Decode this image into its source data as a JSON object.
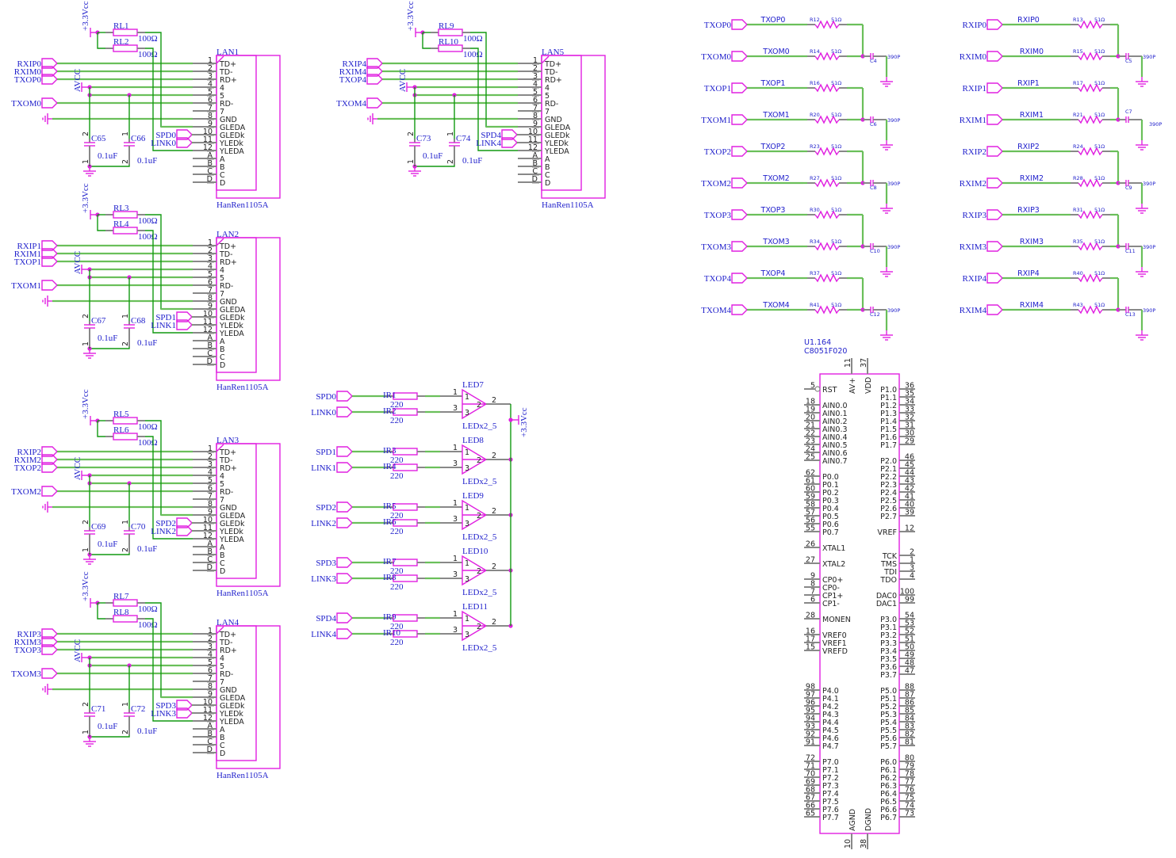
{
  "colors": {
    "wire": "#6abf5a",
    "wire_dark": "#119911",
    "part": "#e020e0",
    "label": "#2222cc",
    "pin": "#888888"
  },
  "lan_blocks": [
    {
      "ref": "LAN1",
      "part": "HanRen1105A",
      "resistors": [
        {
          "ref": "RL1",
          "value": "100Ω"
        },
        {
          "ref": "RL2",
          "value": "100Ω"
        }
      ],
      "caps": [
        {
          "ref": "C65",
          "value": "0.1uF"
        },
        {
          "ref": "C66",
          "value": "0.1uF"
        }
      ],
      "ports": [
        "RXIP0",
        "RXIM0",
        "TXOP0"
      ],
      "port_tx": "TXOM0",
      "led_ports": [
        "SPD0",
        "LINK0"
      ]
    },
    {
      "ref": "LAN2",
      "part": "HanRen1105A",
      "resistors": [
        {
          "ref": "RL3",
          "value": "100Ω"
        },
        {
          "ref": "RL4",
          "value": "100Ω"
        }
      ],
      "caps": [
        {
          "ref": "C67",
          "value": "0.1uF"
        },
        {
          "ref": "C68",
          "value": "0.1uF"
        }
      ],
      "ports": [
        "RXIP1",
        "RXIM1",
        "TXOP1"
      ],
      "port_tx": "TXOM1",
      "led_ports": [
        "SPD1",
        "LINK1"
      ]
    },
    {
      "ref": "LAN3",
      "part": "HanRen1105A",
      "resistors": [
        {
          "ref": "RL5",
          "value": "100Ω"
        },
        {
          "ref": "RL6",
          "value": "100Ω"
        }
      ],
      "caps": [
        {
          "ref": "C69",
          "value": "0.1uF"
        },
        {
          "ref": "C70",
          "value": "0.1uF"
        }
      ],
      "ports": [
        "RXIP2",
        "RXIM2",
        "TXOP2"
      ],
      "port_tx": "TXOM2",
      "led_ports": [
        "SPD2",
        "LINK2"
      ]
    },
    {
      "ref": "LAN4",
      "part": "HanRen1105A",
      "resistors": [
        {
          "ref": "RL7",
          "value": "100Ω"
        },
        {
          "ref": "RL8",
          "value": "100Ω"
        }
      ],
      "caps": [
        {
          "ref": "C71",
          "value": "0.1uF"
        },
        {
          "ref": "C72",
          "value": "0.1uF"
        }
      ],
      "ports": [
        "RXIP3",
        "RXIM3",
        "TXOP3"
      ],
      "port_tx": "TXOM3",
      "led_ports": [
        "SPD3",
        "LINK3"
      ]
    },
    {
      "ref": "LAN5",
      "part": "HanRen1105A",
      "resistors": [
        {
          "ref": "RL9",
          "value": "100Ω"
        },
        {
          "ref": "RL10",
          "value": "100Ω"
        }
      ],
      "caps": [
        {
          "ref": "C73",
          "value": "0.1uF"
        },
        {
          "ref": "C74",
          "value": "0.1uF"
        }
      ],
      "ports": [
        "RXIP4",
        "RXIM4",
        "TXOP4"
      ],
      "port_tx": "TXOM4",
      "led_ports": [
        "SPD4",
        "LINK4"
      ]
    }
  ],
  "lan_common": {
    "vcc_label": "+3.3Vcc",
    "avcc_label": "AVCC",
    "pins": [
      {
        "num": "1",
        "name": "TD+"
      },
      {
        "num": "2",
        "name": "TD-"
      },
      {
        "num": "3",
        "name": "RD+"
      },
      {
        "num": "4",
        "name": "4"
      },
      {
        "num": "5",
        "name": "5"
      },
      {
        "num": "6",
        "name": "RD-"
      },
      {
        "num": "7",
        "name": "7"
      },
      {
        "num": "8",
        "name": "GND"
      },
      {
        "num": "9",
        "name": "GLEDA"
      },
      {
        "num": "10",
        "name": "GLEDk"
      },
      {
        "num": "11",
        "name": "YLEDk"
      },
      {
        "num": "12",
        "name": "YLEDA"
      },
      {
        "num": "A",
        "name": "A"
      },
      {
        "num": "B",
        "name": "B"
      },
      {
        "num": "C",
        "name": "C"
      },
      {
        "num": "D",
        "name": "D"
      }
    ],
    "cap_pins": [
      [
        "2",
        "1"
      ],
      [
        "1",
        "2"
      ]
    ]
  },
  "leds": {
    "vcc_label": "+3.3Vcc",
    "items": [
      {
        "ref": "LED7",
        "part": "LEDx2_5",
        "in": [
          "SPD0",
          "LINK0"
        ],
        "res": [
          {
            "ref": "IR1",
            "value": "220"
          },
          {
            "ref": "IR2",
            "value": "220"
          }
        ]
      },
      {
        "ref": "LED8",
        "part": "LEDx2_5",
        "in": [
          "SPD1",
          "LINK1"
        ],
        "res": [
          {
            "ref": "IR3",
            "value": "220"
          },
          {
            "ref": "IR4",
            "value": "220"
          }
        ]
      },
      {
        "ref": "LED9",
        "part": "LEDx2_5",
        "in": [
          "SPD2",
          "LINK2"
        ],
        "res": [
          {
            "ref": "IR5",
            "value": "220"
          },
          {
            "ref": "IR6",
            "value": "220"
          }
        ]
      },
      {
        "ref": "LED10",
        "part": "LEDx2_5",
        "in": [
          "SPD3",
          "LINK3"
        ],
        "res": [
          {
            "ref": "IR7",
            "value": "220"
          },
          {
            "ref": "IR8",
            "value": "220"
          }
        ]
      },
      {
        "ref": "LED11",
        "part": "LEDx2_5",
        "in": [
          "SPD4",
          "LINK4"
        ],
        "res": [
          {
            "ref": "IR9",
            "value": "220"
          },
          {
            "ref": "IR10",
            "value": "220"
          }
        ]
      }
    ],
    "pin_nums": [
      "1",
      "3",
      "2"
    ]
  },
  "tx_filters": [
    {
      "p": "TXOP0",
      "m": "TXOM0",
      "rp": "R12",
      "rm": "R14",
      "c": "C4",
      "rval": "51Ω",
      "cval": "390P"
    },
    {
      "p": "TXOP1",
      "m": "TXOM1",
      "rp": "R16",
      "rm": "R20",
      "c": "C6",
      "rval": "51Ω",
      "cval": "390P"
    },
    {
      "p": "TXOP2",
      "m": "TXOM2",
      "rp": "R23",
      "rm": "R27",
      "c": "C8",
      "rval": "51Ω",
      "cval": "390P"
    },
    {
      "p": "TXOP3",
      "m": "TXOM3",
      "rp": "R30",
      "rm": "R34",
      "c": "C10",
      "rval": "51Ω",
      "cval": "390P"
    },
    {
      "p": "TXOP4",
      "m": "TXOM4",
      "rp": "R37",
      "rm": "R41",
      "c": "C12",
      "rval": "51Ω",
      "cval": "390P"
    }
  ],
  "rx_filters": [
    {
      "p": "RXIP0",
      "m": "RXIM0",
      "rp": "R13",
      "rm": "R15",
      "c": "C5",
      "rval": "51Ω",
      "cval": "390P"
    },
    {
      "p": "RXIP1",
      "m": "RXIM1",
      "rp": "R17",
      "rm": "R21",
      "c": "C7",
      "rval": "51Ω",
      "cval": "390P"
    },
    {
      "p": "RXIP2",
      "m": "RXIM2",
      "rp": "R24",
      "rm": "R28",
      "c": "C9",
      "rval": "51Ω",
      "cval": "390P"
    },
    {
      "p": "RXIP3",
      "m": "RXIM3",
      "rp": "R31",
      "rm": "R35",
      "c": "C11",
      "rval": "51Ω",
      "cval": "390P"
    },
    {
      "p": "RXIP4",
      "m": "RXIM4",
      "rp": "R40",
      "rm": "R43",
      "c": "C13",
      "rval": "51Ω",
      "cval": "390P"
    }
  ],
  "mcu": {
    "ref": "U1.164",
    "part": "C8051F020",
    "top_pins": [
      {
        "num": "11",
        "name": "AV+"
      },
      {
        "num": "37",
        "name": "VDD"
      }
    ],
    "bottom_pins": [
      {
        "num": "10",
        "name": "AGND"
      },
      {
        "num": "38",
        "name": "DGND"
      }
    ],
    "left_pins": [
      {
        "num": "5",
        "name": "RST",
        "row": 0,
        "inverted": true
      },
      {
        "num": "18",
        "name": "AIN0.0",
        "row": 2
      },
      {
        "num": "19",
        "name": "AIN0.1",
        "row": 3
      },
      {
        "num": "20",
        "name": "AIN0.2",
        "row": 4
      },
      {
        "num": "21",
        "name": "AIN0.3",
        "row": 5
      },
      {
        "num": "22",
        "name": "AIN0.4",
        "row": 6
      },
      {
        "num": "23",
        "name": "AIN0.5",
        "row": 7
      },
      {
        "num": "24",
        "name": "AIN0.6",
        "row": 8
      },
      {
        "num": "25",
        "name": "AIN0.7",
        "row": 9
      },
      {
        "num": "62",
        "name": "P0.0",
        "row": 11
      },
      {
        "num": "61",
        "name": "P0.1",
        "row": 12
      },
      {
        "num": "60",
        "name": "P0.2",
        "row": 13
      },
      {
        "num": "59",
        "name": "P0.3",
        "row": 14
      },
      {
        "num": "58",
        "name": "P0.4",
        "row": 15
      },
      {
        "num": "57",
        "name": "P0.5",
        "row": 16
      },
      {
        "num": "56",
        "name": "P0.6",
        "row": 17
      },
      {
        "num": "55",
        "name": "P0.7",
        "row": 18
      },
      {
        "num": "26",
        "name": "XTAL1",
        "row": 20
      },
      {
        "num": "27",
        "name": "XTAL2",
        "row": 22
      },
      {
        "num": "9",
        "name": "CP0+",
        "row": 24
      },
      {
        "num": "8",
        "name": "CP0-",
        "row": 25
      },
      {
        "num": "7",
        "name": "CP1+",
        "row": 26
      },
      {
        "num": "6",
        "name": "CP1-",
        "row": 27
      },
      {
        "num": "28",
        "name": "MONEN",
        "row": 29
      },
      {
        "num": "16",
        "name": "VREF0",
        "row": 31
      },
      {
        "num": "17",
        "name": "VREF1",
        "row": 32
      },
      {
        "num": "15",
        "name": "VREFD",
        "row": 33
      },
      {
        "num": "98",
        "name": "P4.0",
        "row": 38
      },
      {
        "num": "97",
        "name": "P4.1",
        "row": 39
      },
      {
        "num": "96",
        "name": "P4.2",
        "row": 40
      },
      {
        "num": "95",
        "name": "P4.3",
        "row": 41
      },
      {
        "num": "94",
        "name": "P4.4",
        "row": 42
      },
      {
        "num": "93",
        "name": "P4.5",
        "row": 43
      },
      {
        "num": "92",
        "name": "P4.6",
        "row": 44
      },
      {
        "num": "91",
        "name": "P4.7",
        "row": 45
      },
      {
        "num": "72",
        "name": "P7.0",
        "row": 47
      },
      {
        "num": "71",
        "name": "P7.1",
        "row": 48
      },
      {
        "num": "70",
        "name": "P7.2",
        "row": 49
      },
      {
        "num": "69",
        "name": "P7.3",
        "row": 50
      },
      {
        "num": "68",
        "name": "P7.4",
        "row": 51
      },
      {
        "num": "67",
        "name": "P7.5",
        "row": 52
      },
      {
        "num": "66",
        "name": "P7.6",
        "row": 53
      },
      {
        "num": "65",
        "name": "P7.7",
        "row": 54
      }
    ],
    "right_pins": [
      {
        "num": "36",
        "name": "P1.0",
        "row": 0
      },
      {
        "num": "35",
        "name": "P1.1",
        "row": 1
      },
      {
        "num": "34",
        "name": "P1.2",
        "row": 2
      },
      {
        "num": "33",
        "name": "P1.3",
        "row": 3
      },
      {
        "num": "32",
        "name": "P1.4",
        "row": 4
      },
      {
        "num": "31",
        "name": "P1.5",
        "row": 5
      },
      {
        "num": "30",
        "name": "P1.6",
        "row": 6
      },
      {
        "num": "29",
        "name": "P1.7",
        "row": 7
      },
      {
        "num": "46",
        "name": "P2.0",
        "row": 9
      },
      {
        "num": "45",
        "name": "P2.1",
        "row": 10
      },
      {
        "num": "44",
        "name": "P2.2",
        "row": 11
      },
      {
        "num": "43",
        "name": "P2.3",
        "row": 12
      },
      {
        "num": "42",
        "name": "P2.4",
        "row": 13
      },
      {
        "num": "41",
        "name": "P2.5",
        "row": 14
      },
      {
        "num": "40",
        "name": "P2.6",
        "row": 15
      },
      {
        "num": "39",
        "name": "P2.7",
        "row": 16
      },
      {
        "num": "12",
        "name": "VREF",
        "row": 18
      },
      {
        "num": "2",
        "name": "TCK",
        "row": 21
      },
      {
        "num": "1",
        "name": "TMS",
        "row": 22
      },
      {
        "num": "3",
        "name": "TDI",
        "row": 23
      },
      {
        "num": "4",
        "name": "TDO",
        "row": 24
      },
      {
        "num": "100",
        "name": "DAC0",
        "row": 26
      },
      {
        "num": "99",
        "name": "DAC1",
        "row": 27
      },
      {
        "num": "54",
        "name": "P3.0",
        "row": 29
      },
      {
        "num": "53",
        "name": "P3.1",
        "row": 30
      },
      {
        "num": "52",
        "name": "P3.2",
        "row": 31
      },
      {
        "num": "51",
        "name": "P3.3",
        "row": 32
      },
      {
        "num": "50",
        "name": "P3.4",
        "row": 33
      },
      {
        "num": "49",
        "name": "P3.5",
        "row": 34
      },
      {
        "num": "48",
        "name": "P3.6",
        "row": 35
      },
      {
        "num": "47",
        "name": "P3.7",
        "row": 36
      },
      {
        "num": "88",
        "name": "P5.0",
        "row": 38
      },
      {
        "num": "87",
        "name": "P5.1",
        "row": 39
      },
      {
        "num": "86",
        "name": "P5.2",
        "row": 40
      },
      {
        "num": "85",
        "name": "P5.3",
        "row": 41
      },
      {
        "num": "84",
        "name": "P5.4",
        "row": 42
      },
      {
        "num": "83",
        "name": "P5.5",
        "row": 43
      },
      {
        "num": "82",
        "name": "P5.6",
        "row": 44
      },
      {
        "num": "81",
        "name": "P5.7",
        "row": 45
      },
      {
        "num": "80",
        "name": "P6.0",
        "row": 47
      },
      {
        "num": "79",
        "name": "P6.1",
        "row": 48
      },
      {
        "num": "78",
        "name": "P6.2",
        "row": 49
      },
      {
        "num": "77",
        "name": "P6.3",
        "row": 50
      },
      {
        "num": "76",
        "name": "P6.4",
        "row": 51
      },
      {
        "num": "75",
        "name": "P6.5",
        "row": 52
      },
      {
        "num": "74",
        "name": "P6.6",
        "row": 53
      },
      {
        "num": "73",
        "name": "P6.7",
        "row": 54
      }
    ]
  }
}
